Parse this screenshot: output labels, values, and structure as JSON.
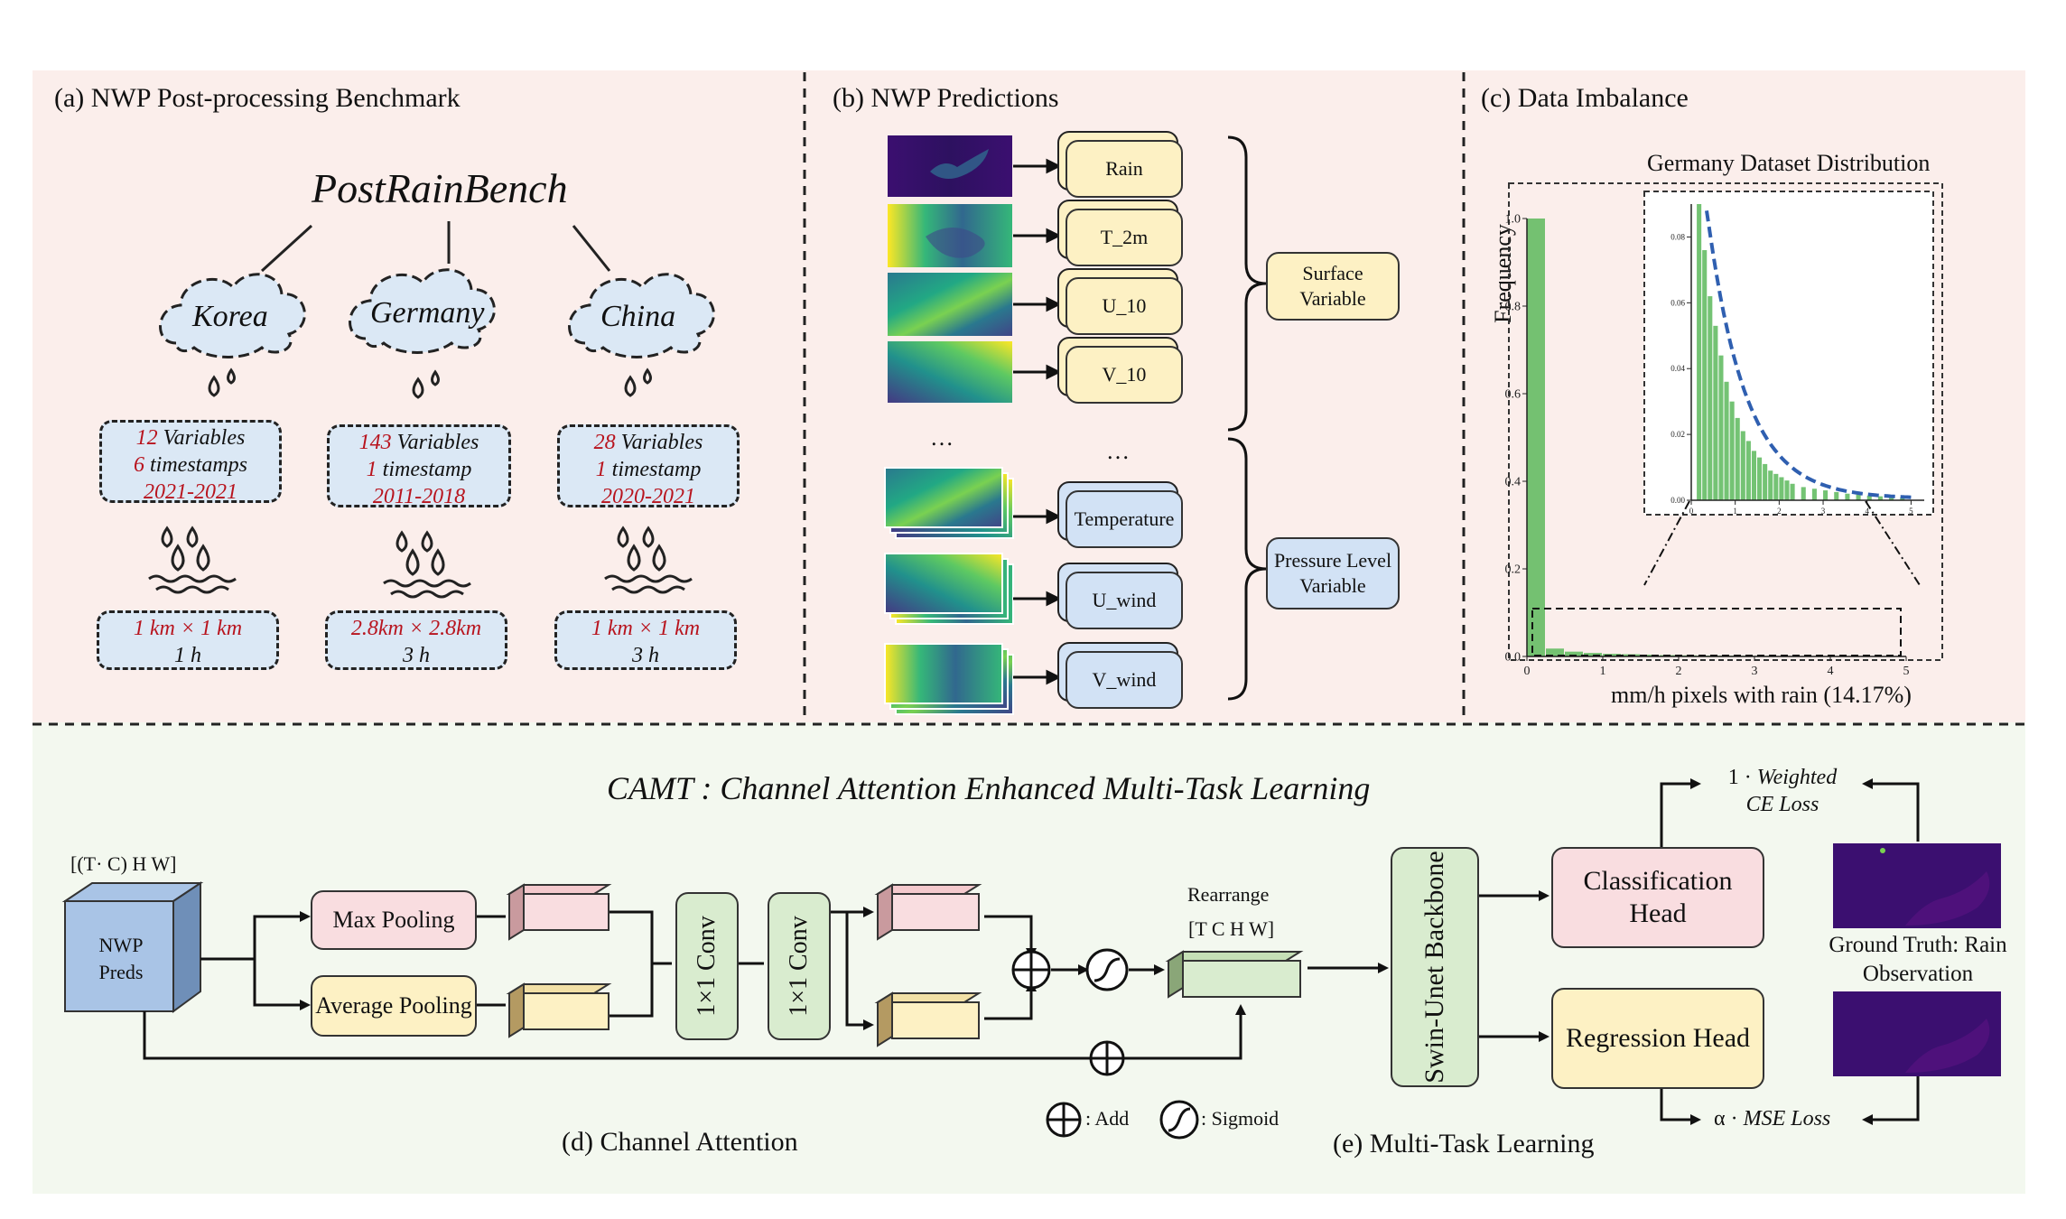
{
  "panel_a": {
    "title": "(a) NWP Post-processing Benchmark",
    "benchmark_name": "PostRainBench",
    "datasets": [
      {
        "name": "Korea",
        "num_variables": "12",
        "variables_label": "Variables",
        "num_timestamps": "6",
        "timestamps_label": "timestamps",
        "years": "2021-2021",
        "resolution": "1 km × 1 km",
        "interval": "1 h"
      },
      {
        "name": "Germany",
        "num_variables": "143",
        "variables_label": "Variables",
        "num_timestamps": "1",
        "timestamps_label": "timestamp",
        "years": "2011-2018",
        "resolution": "2.8km × 2.8km",
        "interval": "3 h"
      },
      {
        "name": "China",
        "num_variables": "28",
        "variables_label": "Variables",
        "num_timestamps": "1",
        "timestamps_label": "timestamp",
        "years": "2020-2021",
        "resolution": "1 km × 1 km",
        "interval": "3 h"
      }
    ]
  },
  "panel_b": {
    "title": "(b) NWP Predictions",
    "surface_vars": [
      "Rain",
      "T_2m",
      "U_10",
      "V_10"
    ],
    "pressure_vars": [
      "Temperature",
      "U_wind",
      "V_wind"
    ],
    "ellipsis": "…",
    "surface_group": "Surface Variable",
    "pressure_group": "Pressure Level Variable"
  },
  "panel_c": {
    "title": "(c) Data Imbalance",
    "chart_data": {
      "type": "bar",
      "title": "Germany Dataset Distribution",
      "xlabel": "mm/h pixels with rain (14.17%)",
      "ylabel": "Frequency",
      "xlim": [
        0,
        5
      ],
      "ylim": [
        0,
        1.0
      ],
      "x_ticks": [
        "0",
        "1",
        "2",
        "3",
        "4",
        "5"
      ],
      "y_ticks": [
        "0.0",
        "0.2",
        "0.4",
        "0.6",
        "0.8",
        "1.0"
      ],
      "bin_starts": [
        0.0,
        0.25,
        0.5,
        0.75,
        1.0,
        1.25,
        1.5,
        1.75,
        2.0,
        2.25,
        2.5,
        2.75,
        3.0,
        3.25,
        3.5,
        3.75,
        4.0,
        4.25,
        4.5,
        4.75
      ],
      "values": [
        1.0,
        0.018,
        0.011,
        0.008,
        0.006,
        0.005,
        0.004,
        0.003,
        0.0025,
        0.002,
        0.0018,
        0.0015,
        0.0013,
        0.0011,
        0.001,
        0.0009,
        0.0008,
        0.0007,
        0.0006,
        0.0005
      ],
      "inset": {
        "x_ticks": [
          "0",
          "1",
          "2",
          "3",
          "4",
          "5"
        ],
        "y_ticks": [
          "0.00",
          "0.02",
          "0.04",
          "0.06",
          "0.08"
        ],
        "ylim": [
          0,
          0.09
        ],
        "bin_starts": [
          0.0,
          0.125,
          0.25,
          0.375,
          0.5,
          0.625,
          0.75,
          0.875,
          1.0,
          1.125,
          1.25,
          1.375,
          1.5,
          1.625,
          1.75,
          1.875,
          2.0,
          2.125,
          2.25,
          2.5,
          2.75,
          3.0,
          3.25,
          3.5,
          3.75,
          4.0,
          4.25,
          4.5,
          4.75
        ],
        "values": [
          0.0,
          0.09,
          0.076,
          0.062,
          0.053,
          0.044,
          0.036,
          0.03,
          0.025,
          0.021,
          0.018,
          0.015,
          0.013,
          0.011,
          0.009,
          0.008,
          0.007,
          0.006,
          0.005,
          0.004,
          0.0035,
          0.003,
          0.0025,
          0.002,
          0.0017,
          0.0014,
          0.0012,
          0.001,
          0.0008
        ]
      },
      "colors": {
        "bars": "#5cb85c",
        "fit": "#2f5fb0"
      }
    }
  },
  "panel_d": {
    "main_title": "CAMT : Channel Attention Enhanced Multi-Task Learning",
    "input_shape": "[(T· C) H W]",
    "input_label": "NWP Preds",
    "max_pool": "Max Pooling",
    "avg_pool": "Average Pooling",
    "conv1": "1×1 Conv",
    "conv2": "1×1 Conv",
    "rearrange": "Rearrange",
    "rearrange_shape": "[T C H W]",
    "legend_add": ": Add",
    "legend_sigmoid": ": Sigmoid",
    "caption": "(d) Channel Attention"
  },
  "panel_e": {
    "backbone": "Swin-Unet Backbone",
    "cls_head": "Classification Head",
    "reg_head": "Regression Head",
    "ce_loss_prefix": "1 · ",
    "ce_loss_1": "Weighted",
    "ce_loss_2": "CE Loss",
    "mse_prefix": "α · ",
    "mse_loss": "MSE Loss",
    "ground_truth": "Ground Truth: Rain Observation",
    "caption": "(e) Multi-Task Learning"
  },
  "colors": {
    "pink_bg": "#fbeeeb",
    "green_bg": "#f3f8ef",
    "red_text": "#b8141e",
    "viridis_dark": "#3b0f70"
  }
}
